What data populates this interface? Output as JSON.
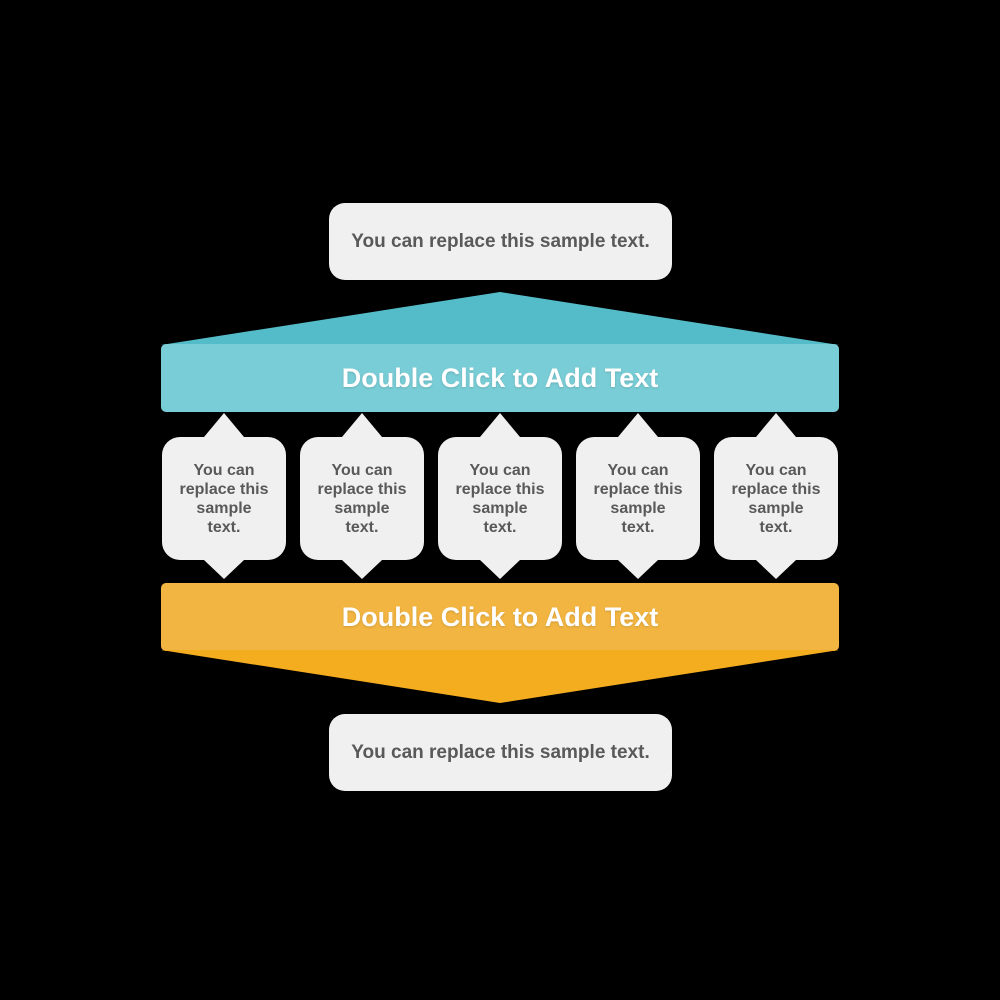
{
  "colors": {
    "background": "#000000",
    "note_fill": "#F0F0F0",
    "note_text": "#595959",
    "teal_banner": "#79CDD6",
    "teal_chevron": "#54BCC9",
    "yellow_banner": "#F2B541",
    "yellow_chevron": "#F5AD20",
    "banner_text": "#FFFFFF"
  },
  "notes": {
    "top": {
      "text": "You can replace this sample text."
    },
    "bottom": {
      "text": "You can replace this sample text."
    }
  },
  "banners": {
    "top": {
      "label": "Double Click to Add Text"
    },
    "bottom": {
      "label": "Double Click to Add Text"
    }
  },
  "callouts": [
    {
      "text": "You can\nreplace this\nsample\ntext."
    },
    {
      "text": "You can\nreplace this\nsample\ntext."
    },
    {
      "text": "You can\nreplace this\nsample\ntext."
    },
    {
      "text": "You can\nreplace this\nsample\ntext."
    },
    {
      "text": "You can\nreplace this\nsample\ntext."
    }
  ]
}
